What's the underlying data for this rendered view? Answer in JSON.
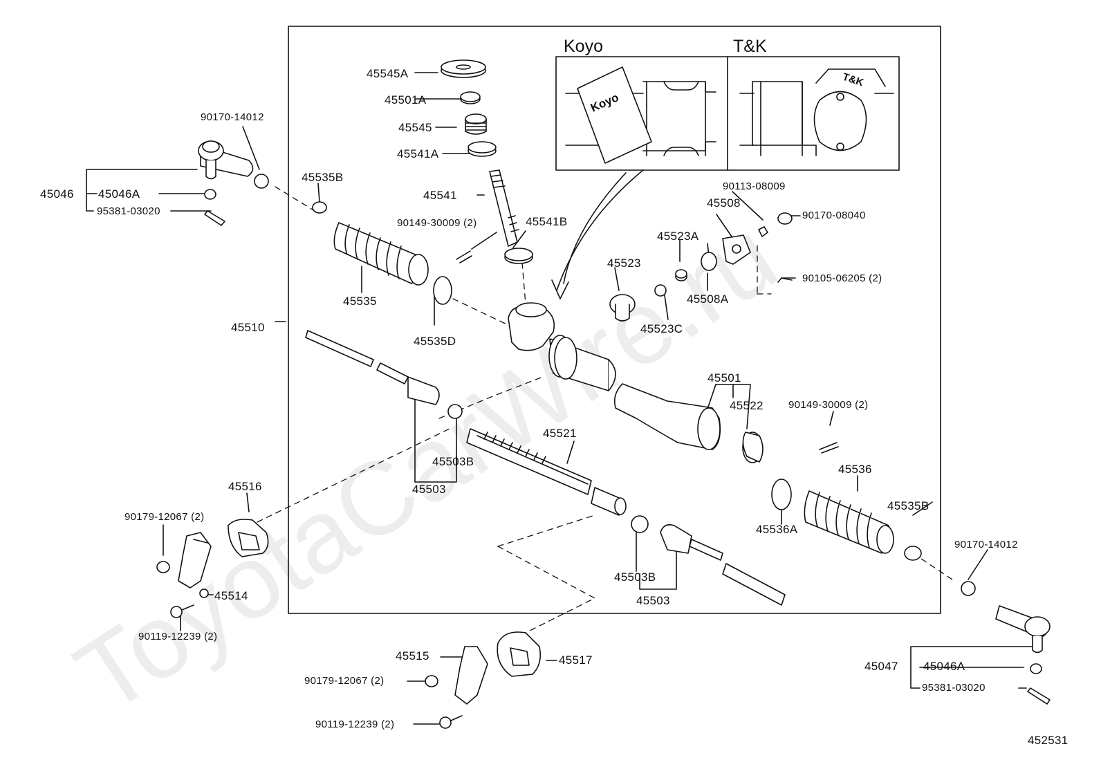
{
  "watermark": "ToyotaCarWire.ru",
  "figure_number": "452531",
  "inset": {
    "left_header": "Koyo",
    "right_header": "T&K",
    "left_tag": "Koyo",
    "right_tag": "T&K"
  },
  "labels": {
    "p45545A": "45545A",
    "p45501A": "45501A",
    "p45545": "45545",
    "p45541A": "45541A",
    "p45541": "45541",
    "p45541B": "45541B",
    "p90149_top": "90149-30009 (2)",
    "p45535B_l": "45535B",
    "p45535": "45535",
    "p45535D": "45535D",
    "p45510": "45510",
    "p90170_l": "90170-14012",
    "p45046": "45046",
    "p45046A_l": "45046A",
    "p95381_l": "95381-03020",
    "p90113": "90113-08009",
    "p45508": "45508",
    "p90170_08040": "90170-08040",
    "p45523A": "45523A",
    "p45523": "45523",
    "p45508A": "45508A",
    "p45523C": "45523C",
    "p90105": "90105-06205 (2)",
    "p45501": "45501",
    "p45522": "45522",
    "p90149_r": "90149-30009 (2)",
    "p45521": "45521",
    "p45503B_l": "45503B",
    "p45503_l": "45503",
    "p45536": "45536",
    "p45535B_r": "45535B",
    "p45536A": "45536A",
    "p45503B_r": "45503B",
    "p45503_r": "45503",
    "p45516": "45516",
    "p90179_l": "90179-12067 (2)",
    "p45514": "45514",
    "p90119_l": "90119-12239 (2)",
    "p45515": "45515",
    "p45517": "45517",
    "p90179_b": "90179-12067 (2)",
    "p90119_b": "90119-12239 (2)",
    "p90170_r": "90170-14012",
    "p45047": "45047",
    "p45046A_r": "45046A",
    "p95381_r": "95381-03020"
  }
}
